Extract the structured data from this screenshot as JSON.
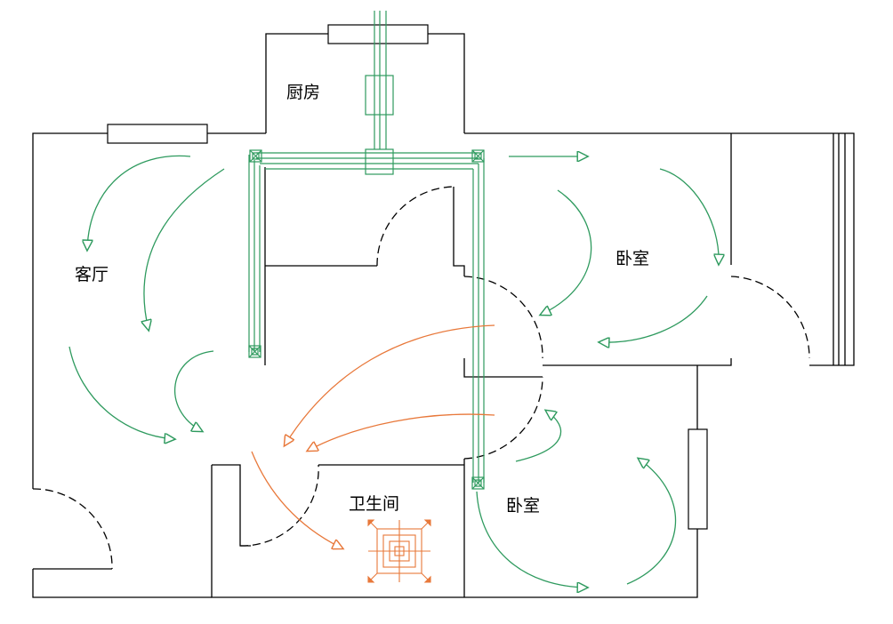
{
  "rooms": {
    "kitchen": "厨房",
    "living_room": "客厅",
    "bedroom_upper": "卧室",
    "bedroom_lower": "卧室",
    "bathroom": "卫生间"
  },
  "colors": {
    "wall": "#000000",
    "supply_air": "#2e9a5e",
    "exhaust_air": "#e8783a"
  }
}
